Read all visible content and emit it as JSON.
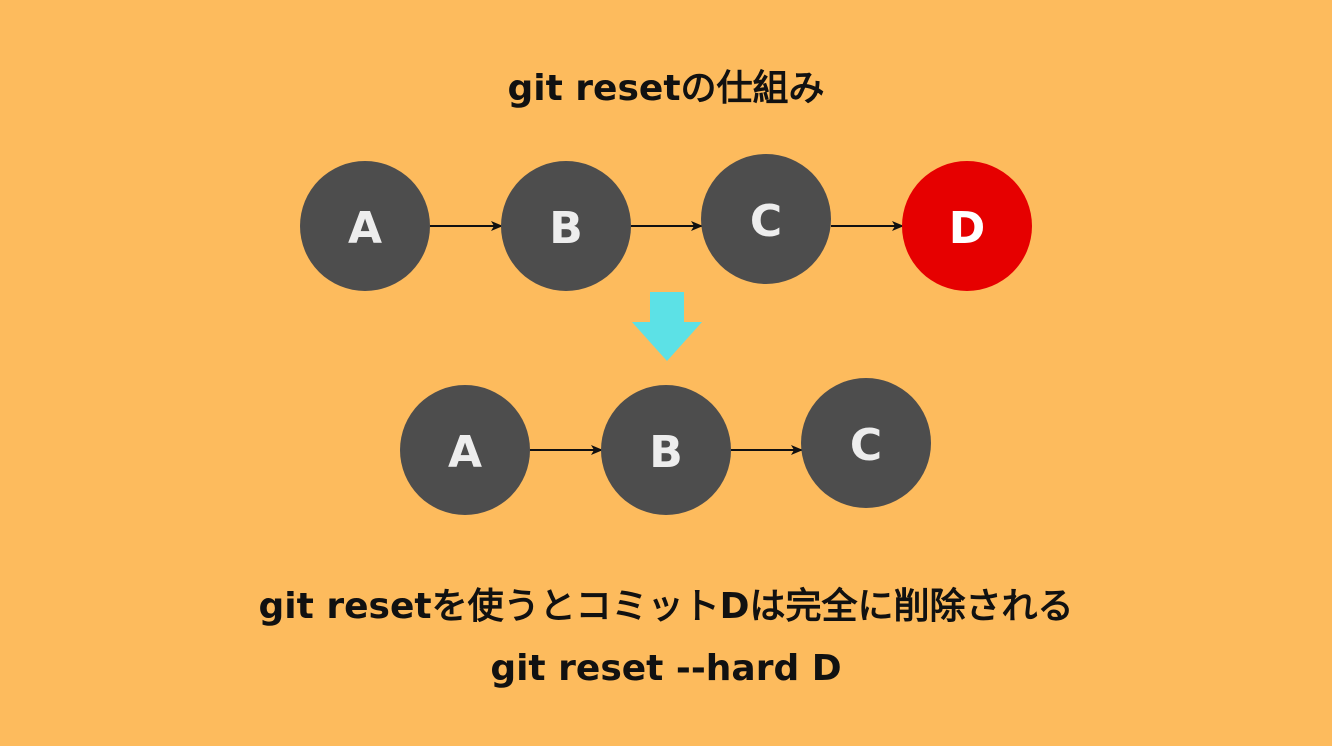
{
  "title": "git resetの仕組み",
  "colors": {
    "background": "#FDBB5D",
    "node": "#4D4D4D",
    "node_highlight": "#E60000",
    "node_text": "#EDEDED",
    "node_highlight_text": "#FFFFFF",
    "arrow": "#111111",
    "down_arrow": "#5CE1E6"
  },
  "before": {
    "nodes": [
      {
        "label": "A",
        "highlight": false
      },
      {
        "label": "B",
        "highlight": false
      },
      {
        "label": "C",
        "highlight": false
      },
      {
        "label": "D",
        "highlight": true
      }
    ]
  },
  "after": {
    "nodes": [
      {
        "label": "A",
        "highlight": false
      },
      {
        "label": "B",
        "highlight": false
      },
      {
        "label": "C",
        "highlight": false
      }
    ]
  },
  "down_arrow_icon": "arrow-down-icon",
  "caption": {
    "line1": "git resetを使うとコミットDは完全に削除される",
    "line2": "git reset --hard D"
  }
}
